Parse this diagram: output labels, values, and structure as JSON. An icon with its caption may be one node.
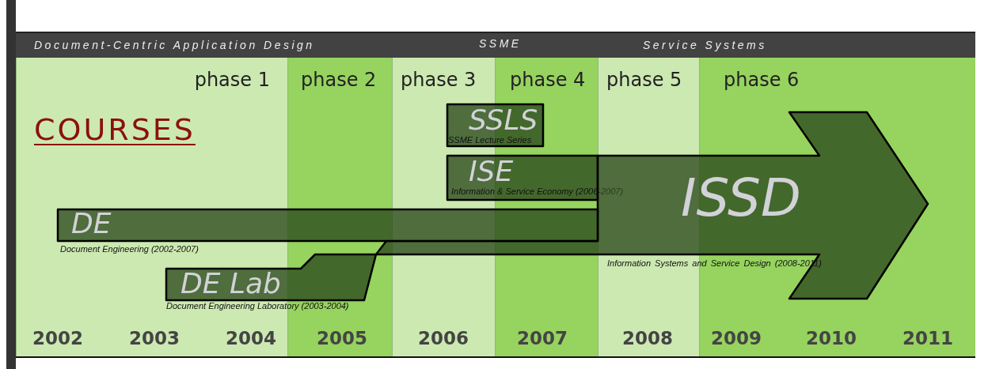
{
  "diagram": {
    "nodes": [
      {
        "text": [
          "phase 1"
        ]
      },
      {
        "text": [
          "phase 2"
        ]
      },
      {
        "text": [
          "phase 3"
        ]
      },
      {
        "text": [
          "phase 4"
        ]
      },
      {
        "text": [
          "phase 5"
        ]
      },
      {
        "text": [
          "phase 6"
        ]
      },
      {
        "text": [
          "SSLS",
          "SSME Lecture Series"
        ]
      },
      {
        "text": [
          "ISE",
          "Information & Service Economy (2006-2007)"
        ]
      },
      {
        "text": [
          "ISSD",
          "Information Systems and Service Design (2008-2011)"
        ]
      },
      {
        "text": [
          "DE",
          "Document Engineering (2002-2007)"
        ]
      },
      {
        "text": [
          "DE Lab",
          "Document Engineering Laboratory (2003-2004)"
        ]
      }
    ],
    "labels": [
      "Document-Centric Application Design",
      "SSME",
      "Service Systems",
      "COURSES",
      "2002",
      "2003",
      "2004",
      "2005",
      "2006",
      "2007",
      "2008",
      "2009",
      "2010",
      "2011"
    ]
  }
}
